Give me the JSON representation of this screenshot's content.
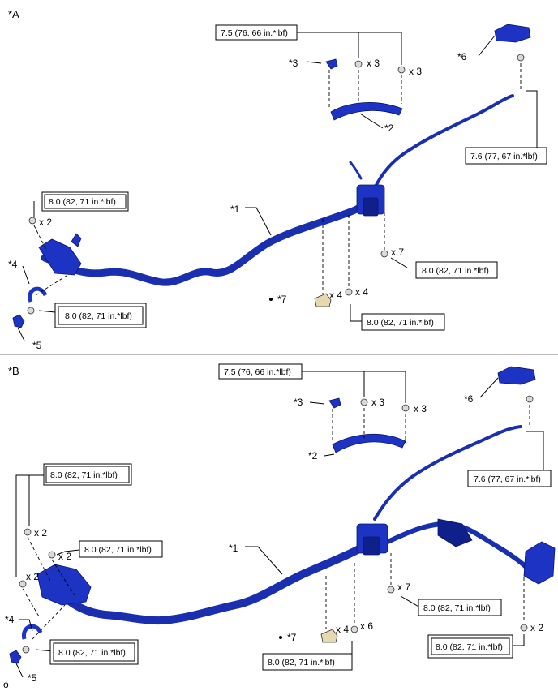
{
  "sections": [
    {
      "id": "A",
      "label": "*A",
      "torques": [
        "7.5 (76, 66 in.*lbf)",
        "7.6 (77, 67 in.*lbf)",
        "8.0 (82, 71 in.*lbf)",
        "8.0 (82, 71 in.*lbf)",
        "8.0 (82, 71 in.*lbf)",
        "8.0 (82, 71 in.*lbf)"
      ],
      "parts": [
        "*1",
        "*2",
        "*3",
        "*4",
        "*5",
        "*6",
        "*7"
      ],
      "quantities": [
        "x 3",
        "x 3",
        "x 2",
        "x 7",
        "x 4",
        "x 4"
      ]
    },
    {
      "id": "B",
      "label": "*B",
      "torques": [
        "7.5 (76, 66 in.*lbf)",
        "7.6 (77, 67 in.*lbf)",
        "8.0 (82, 71 in.*lbf)",
        "8.0 (82, 71 in.*lbf)",
        "8.0 (82, 71 in.*lbf)",
        "8.0 (82, 71 in.*lbf)",
        "8.0 (82, 71 in.*lbf)",
        "8.0 (82, 71 in.*lbf)"
      ],
      "parts": [
        "*1",
        "*2",
        "*3",
        "*4",
        "*5",
        "*6",
        "*7"
      ],
      "quantities": [
        "x 3",
        "x 3",
        "x 2",
        "x 2",
        "x 2",
        "x 7",
        "x 4",
        "x 6",
        "x 2"
      ]
    }
  ],
  "footer_code": "o"
}
